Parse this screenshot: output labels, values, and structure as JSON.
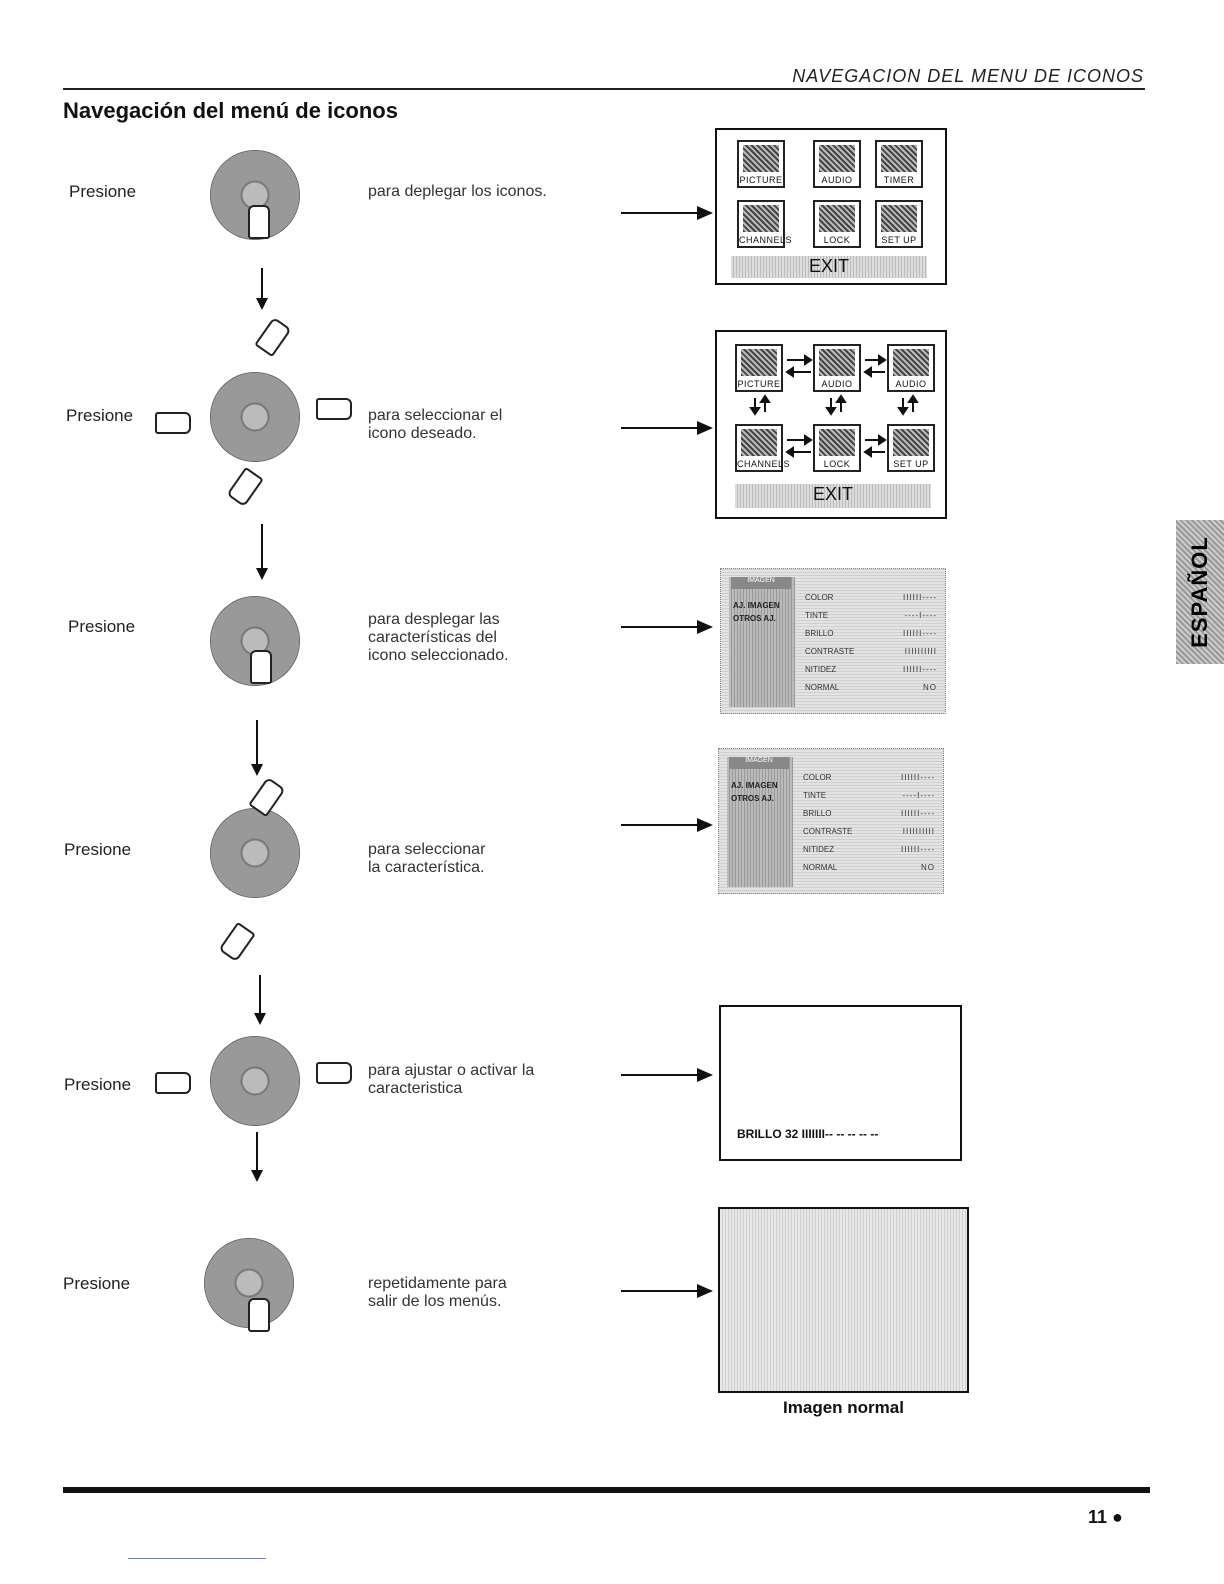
{
  "header": {
    "running_title": "NAVEGACION DEL MENU DE ICONOS"
  },
  "title": "Navegación del menú de iconos",
  "steps": [
    {
      "label": "Presione",
      "text": "para deplegar los iconos."
    },
    {
      "label": "Presione",
      "text": "para  seleccionar  el\nicono deseado."
    },
    {
      "label": "Presione",
      "text": "para  desplegar  las\ncaracterísticas  del\nicono seleccionado."
    },
    {
      "label": "Presione",
      "text": "para    seleccionar\nla característica."
    },
    {
      "label": "Presione",
      "text": "para ajustar o activar la\ncaracteristica"
    },
    {
      "label": "Presione",
      "text": "repetidamente   para\nsalir de los menús."
    }
  ],
  "screen1": {
    "icons": [
      "PICTURE",
      "AUDIO",
      "TIMER",
      "CHANNELS",
      "LOCK",
      "SET UP"
    ],
    "exit": "EXIT"
  },
  "screen2": {
    "icons": [
      "PICTURE",
      "AUDIO",
      "AUDIO",
      "CHANNELS",
      "LOCK",
      "SET UP"
    ],
    "exit": "EXIT"
  },
  "menu_screen": {
    "tab": "IMAGEN",
    "left_items": [
      "AJ. IMAGEN",
      "OTROS AJ."
    ],
    "rows": [
      {
        "k": "COLOR",
        "v": "IIIIII----"
      },
      {
        "k": "TINTE",
        "v": "----I----"
      },
      {
        "k": "BRILLO",
        "v": "IIIIII----"
      },
      {
        "k": "CONTRASTE",
        "v": "IIIIIIIIII"
      },
      {
        "k": "NITIDEZ",
        "v": "IIIIII----"
      },
      {
        "k": "NORMAL",
        "v": "NO"
      }
    ]
  },
  "adjust_screen": {
    "text": "BRILLO 32  IIIIIII-- -- -- -- --"
  },
  "normal_screen": {
    "caption": "Imagen normal"
  },
  "sidebar": {
    "label": "ESPAÑOL"
  },
  "footer": {
    "page": "11 ●"
  }
}
